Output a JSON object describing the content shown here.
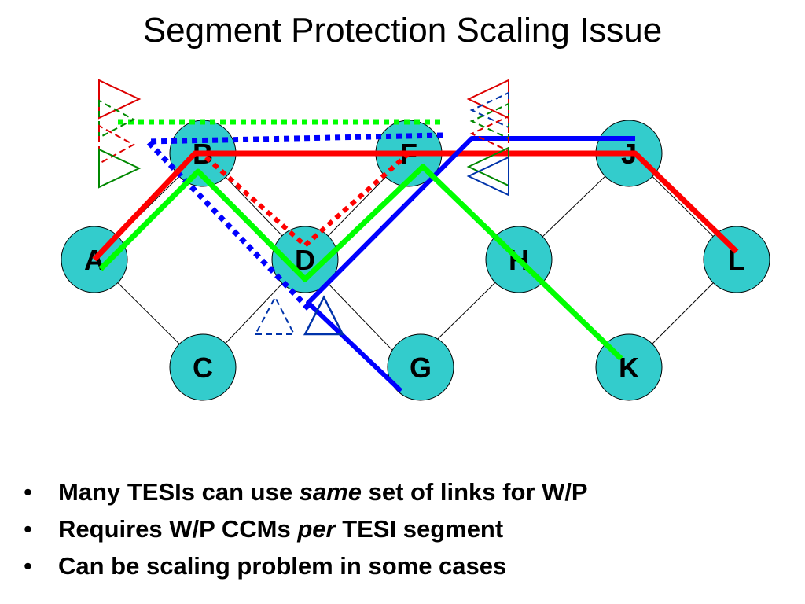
{
  "title": "Segment Protection Scaling Issue",
  "colors": {
    "node_fill": "#33cccc",
    "red": "#ff0000",
    "green": "#00ff00",
    "blue": "#0000ff",
    "mep_red": "#dd0000",
    "mep_green": "#008800",
    "mep_blue": "#0033aa"
  },
  "nodes": [
    {
      "id": "A",
      "label": "A"
    },
    {
      "id": "B",
      "label": "B"
    },
    {
      "id": "C",
      "label": "C"
    },
    {
      "id": "D",
      "label": "D"
    },
    {
      "id": "F",
      "label": "F"
    },
    {
      "id": "G",
      "label": "G"
    },
    {
      "id": "H",
      "label": "H"
    },
    {
      "id": "J",
      "label": "J"
    },
    {
      "id": "K",
      "label": "K"
    },
    {
      "id": "L",
      "label": "L"
    }
  ],
  "links": [
    [
      "A",
      "B"
    ],
    [
      "A",
      "C"
    ],
    [
      "C",
      "D"
    ],
    [
      "B",
      "D"
    ],
    [
      "D",
      "F"
    ],
    [
      "D",
      "G"
    ],
    [
      "B",
      "F"
    ],
    [
      "F",
      "H"
    ],
    [
      "F",
      "J"
    ],
    [
      "G",
      "H"
    ],
    [
      "H",
      "J"
    ],
    [
      "H",
      "K"
    ],
    [
      "J",
      "L"
    ],
    [
      "K",
      "L"
    ]
  ],
  "bullets": [
    {
      "before": "Many TESIs can use ",
      "em": "same",
      "after": " set of links for W/P"
    },
    {
      "before": "Requires W/P CCMs ",
      "em": "per",
      "after": " TESI segment"
    },
    {
      "before": "Can be scaling problem in some cases",
      "em": "",
      "after": ""
    }
  ],
  "bullet_char": "•"
}
